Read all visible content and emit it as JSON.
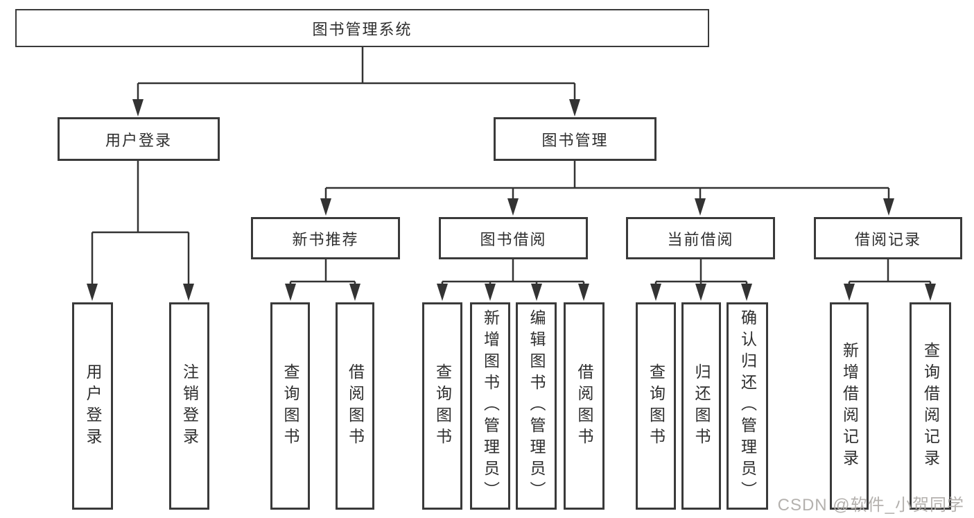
{
  "diagram": {
    "root": {
      "label": "图书管理系统"
    },
    "level2": [
      {
        "label": "用户登录"
      },
      {
        "label": "图书管理"
      }
    ],
    "level3": [
      {
        "label": "新书推荐",
        "parent": "图书管理"
      },
      {
        "label": "图书借阅",
        "parent": "图书管理"
      },
      {
        "label": "当前借阅",
        "parent": "图书管理"
      },
      {
        "label": "借阅记录",
        "parent": "图书管理"
      }
    ],
    "leaves": [
      {
        "label": "用户登录",
        "parent": "用户登录"
      },
      {
        "label": "注销登录",
        "parent": "用户登录"
      },
      {
        "label": "查询图书",
        "parent": "新书推荐"
      },
      {
        "label": "借阅图书",
        "parent": "新书推荐"
      },
      {
        "label": "查询图书",
        "parent": "图书借阅"
      },
      {
        "label": "新增图书（管理员）",
        "parent": "图书借阅"
      },
      {
        "label": "编辑图书（管理员）",
        "parent": "图书借阅"
      },
      {
        "label": "借阅图书",
        "parent": "图书借阅"
      },
      {
        "label": "查询图书",
        "parent": "当前借阅"
      },
      {
        "label": "归还图书",
        "parent": "当前借阅"
      },
      {
        "label": "确认归还（管理员）",
        "parent": "当前借阅"
      },
      {
        "label": "新增借阅记录",
        "parent": "借阅记录"
      },
      {
        "label": "查询借阅记录",
        "parent": "借阅记录"
      }
    ]
  },
  "watermark": {
    "text": "CSDN @软件_小贺同学"
  },
  "colors": {
    "line": "#333333",
    "box_border": "#3a3a3a",
    "text": "#2e2e2e",
    "watermark_gray": "#b0adaa",
    "background": "#ffffff"
  }
}
